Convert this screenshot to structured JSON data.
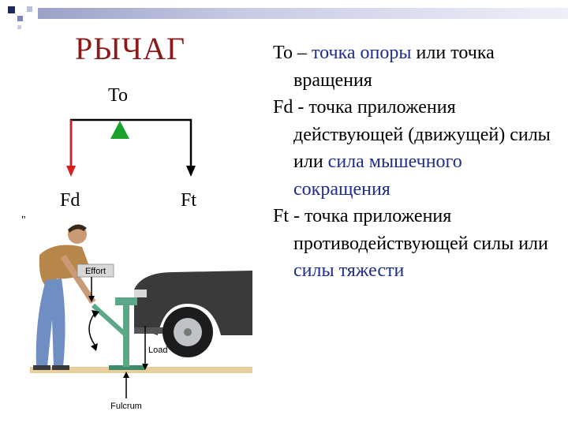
{
  "slide": {
    "title": "РЫЧАГ",
    "diagram": {
      "label_to": "To",
      "label_fd": "Fd",
      "label_ft": "Ft",
      "quote_mark": "\""
    },
    "illustration": {
      "effort_label": "Effort",
      "load_label": "Load",
      "fulcrum_label": "Fulcrum"
    },
    "definitions": [
      {
        "segments": [
          {
            "text": "To – ",
            "blue": false
          },
          {
            "text": "точка опоры",
            "blue": true
          },
          {
            "text": " или точка вращения",
            "blue": false
          }
        ]
      },
      {
        "segments": [
          {
            "text": "Fd  - точка приложения действующей (движущей) силы или ",
            "blue": false
          },
          {
            "text": "сила мышечного сокращения",
            "blue": true
          }
        ]
      },
      {
        "segments": [
          {
            "text": "Ft  - точка приложения противодействующей силы или ",
            "blue": false
          },
          {
            "text": "силы тяжести",
            "blue": true
          }
        ]
      }
    ],
    "colors": {
      "title": "#8b1a1a",
      "accent_blue": "#1f2d8f",
      "arrow_red": "#d81e1e",
      "fulcrum_green": "#1aa12b"
    }
  }
}
